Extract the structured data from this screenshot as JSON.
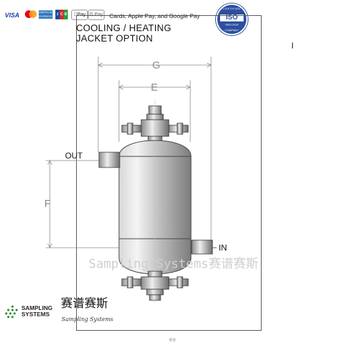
{
  "payment": {
    "visa": "VISA",
    "amex": "AMERICAN EXPRESS",
    "jcb": [
      "J",
      "C",
      "B"
    ],
    "apple_pay": "Pay",
    "google_pay": "G Pay",
    "text": "Cards, Apple Pay, and Google Pay"
  },
  "iso": {
    "top": "CERTIFIED",
    "mark": "ISO",
    "number": "9001:2015",
    "bottom": "COMPANY"
  },
  "drawing": {
    "title_line1": "COOLING / HEATING",
    "title_line2": "JACKET OPTION",
    "dim_g": "G",
    "dim_e": "E",
    "dim_f": "F",
    "port_out": "OUT",
    "port_in": "IN",
    "side_mark": "I"
  },
  "watermark": "Sampling Systems赛谱赛斯",
  "brand": {
    "logo_line1": "SAMPLING",
    "logo_line2": "SYSTEMS",
    "chinese_name": "赛谱赛斯",
    "script_name": "Sampling Systems",
    "small_text": "赛谱"
  },
  "colors": {
    "cylinder": "#9a9a9a",
    "iso_blue": "#2c4fa0",
    "logo_green": "#2e8b3a"
  }
}
